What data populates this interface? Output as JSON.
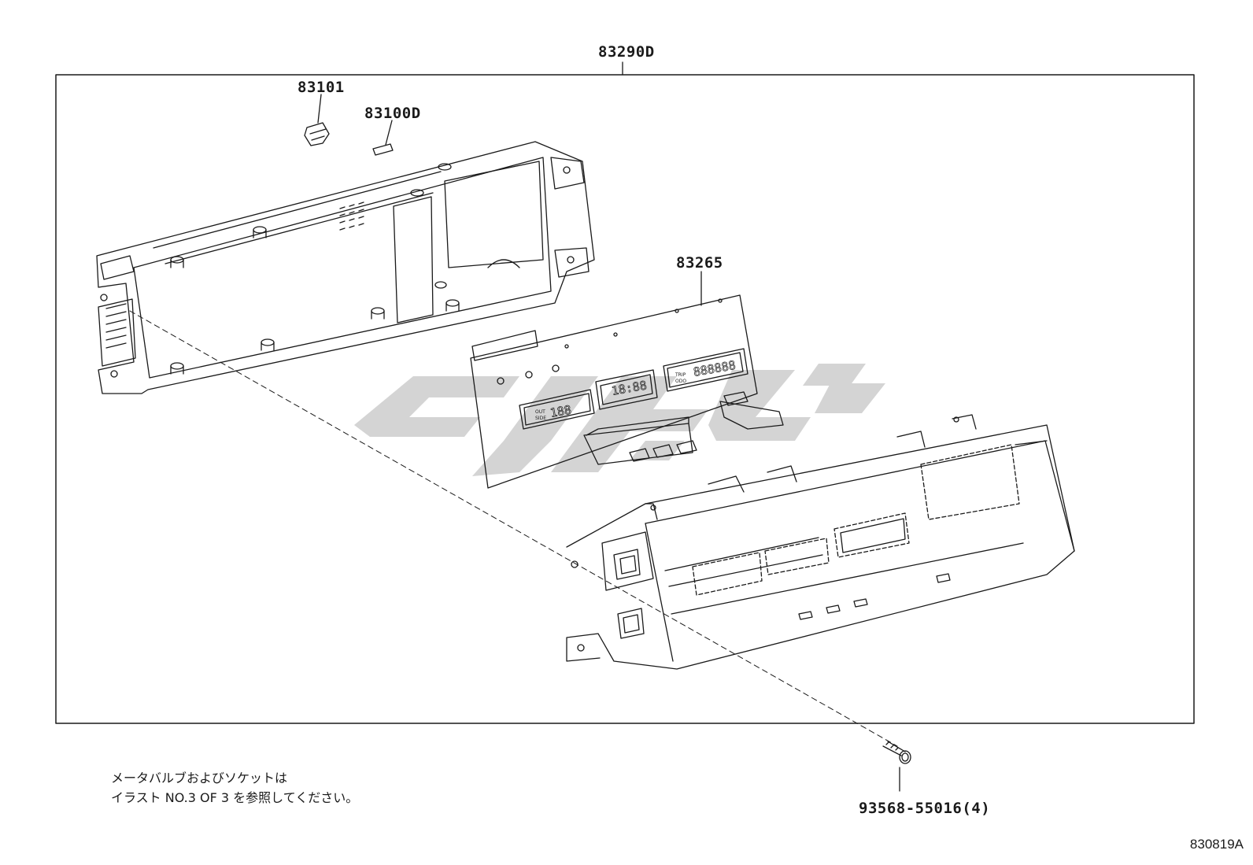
{
  "parts": {
    "assembly": "83290D",
    "socket": "83101",
    "bulb": "83100D",
    "display_board": "83265",
    "screw": "93568-55016(4)"
  },
  "note": {
    "line1": "メータバルブおよびソケットは",
    "line2": "イラスト NO.3 OF 3 を参照してください。"
  },
  "diagram_id": "830819A",
  "display_segments": {
    "outside_temp": "188",
    "clock": "18:88",
    "trip_odo": "888888",
    "out_label": "OUT",
    "side_label": "SIDE",
    "trip_label": "TRIP",
    "odo_label": "ODO"
  },
  "colors": {
    "line": "#1a1a1a",
    "watermark": "#d4d4d4"
  }
}
